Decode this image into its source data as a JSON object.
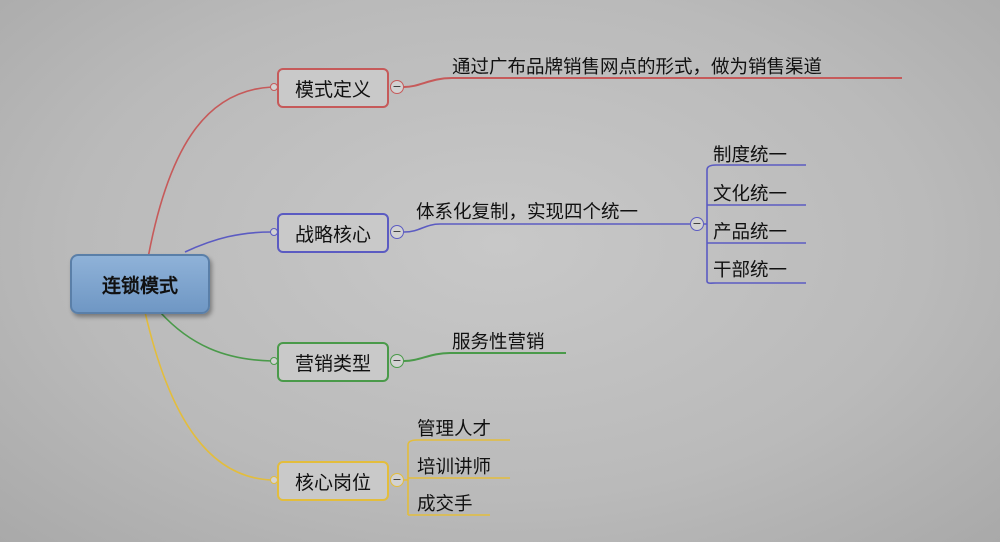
{
  "colors": {
    "red": "#c65a5a",
    "blue": "#5b5bc2",
    "green": "#4a9a4a",
    "yellow": "#e3bd3c",
    "root_fill": "#7aa2ce"
  },
  "root": {
    "label": "连锁模式"
  },
  "branches": {
    "definition": {
      "label": "模式定义",
      "detail": "通过广布品牌销售网点的形式，做为销售渠道"
    },
    "strategy": {
      "label": "战略核心",
      "detail": "体系化复制，实现四个统一",
      "items": [
        "制度统一",
        "文化统一",
        "产品统一",
        "干部统一"
      ]
    },
    "marketing": {
      "label": "营销类型",
      "detail": "服务性营销"
    },
    "positions": {
      "label": "核心岗位",
      "items": [
        "管理人才",
        "培训讲师",
        "成交手"
      ]
    }
  },
  "icons": {
    "collapse": "collapse-minus-icon",
    "connector": "connector-dot-icon"
  },
  "collapse_symbol": "−"
}
